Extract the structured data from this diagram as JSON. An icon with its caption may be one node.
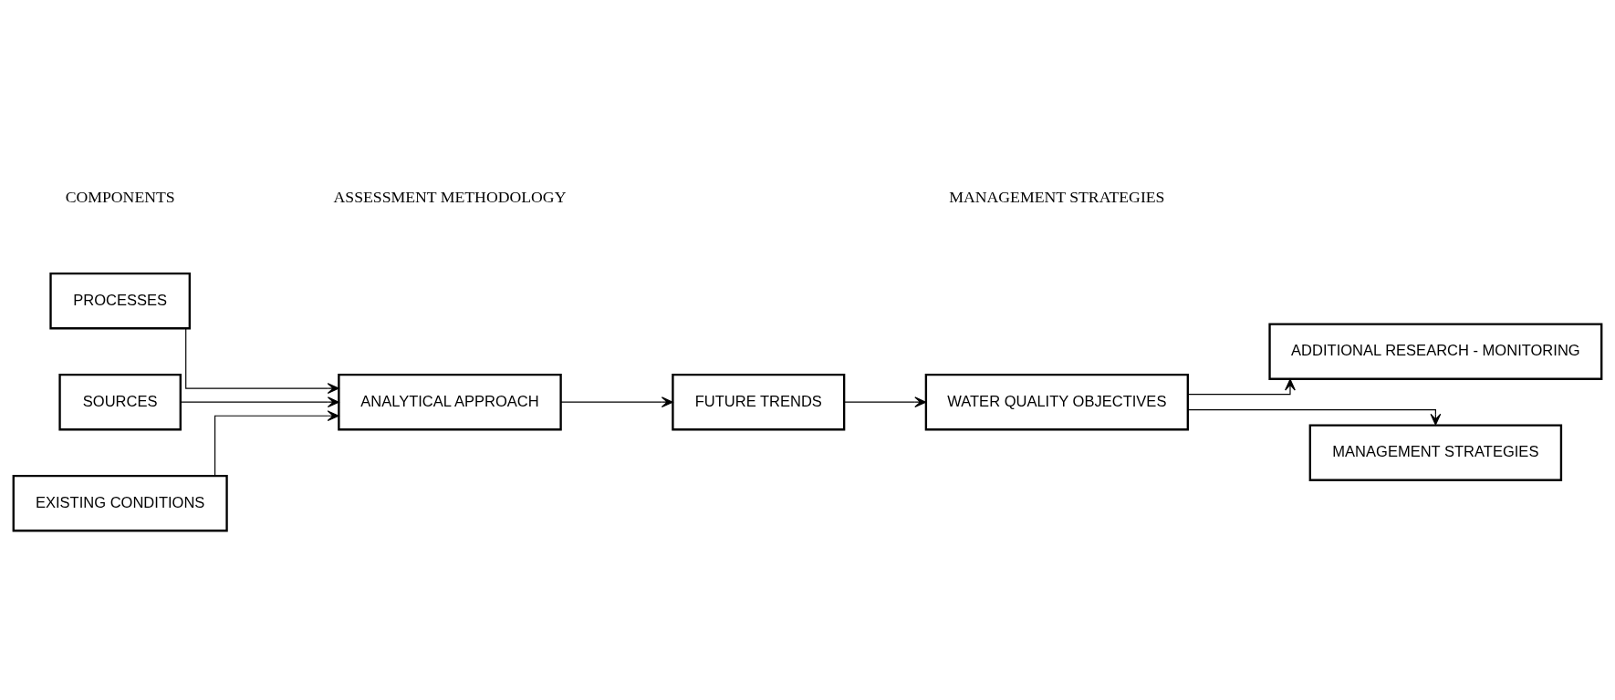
{
  "diagram": {
    "nodes": [
      {
        "text": [
          "PROCESSES"
        ]
      },
      {
        "text": [
          "SOURCES"
        ]
      },
      {
        "text": [
          "EXISTING CONDITIONS"
        ]
      },
      {
        "text": [
          "ANALYTICAL APPROACH"
        ]
      },
      {
        "text": [
          "FUTURE TRENDS"
        ]
      },
      {
        "text": [
          "WATER QUALITY OBJECTIVES"
        ]
      },
      {
        "text": [
          "ADDITIONAL RESEARCH - MONITORING"
        ]
      },
      {
        "text": [
          "MANAGEMENT STRATEGIES"
        ]
      }
    ],
    "edges": [
      {
        "from": 0,
        "to": 3,
        "arrow": "to"
      },
      {
        "from": 1,
        "to": 3,
        "arrow": "to"
      },
      {
        "from": 2,
        "to": 3,
        "arrow": "to"
      },
      {
        "from": 3,
        "to": 4,
        "arrow": "to"
      },
      {
        "from": 4,
        "to": 5,
        "arrow": "to"
      },
      {
        "from": 5,
        "to": 6,
        "arrow": "to"
      },
      {
        "from": 5,
        "to": 7,
        "arrow": "to"
      }
    ],
    "labels": [
      "COMPONENTS",
      "ASSESSMENT METHODOLOGY",
      "MANAGEMENT STRATEGIES"
    ]
  }
}
